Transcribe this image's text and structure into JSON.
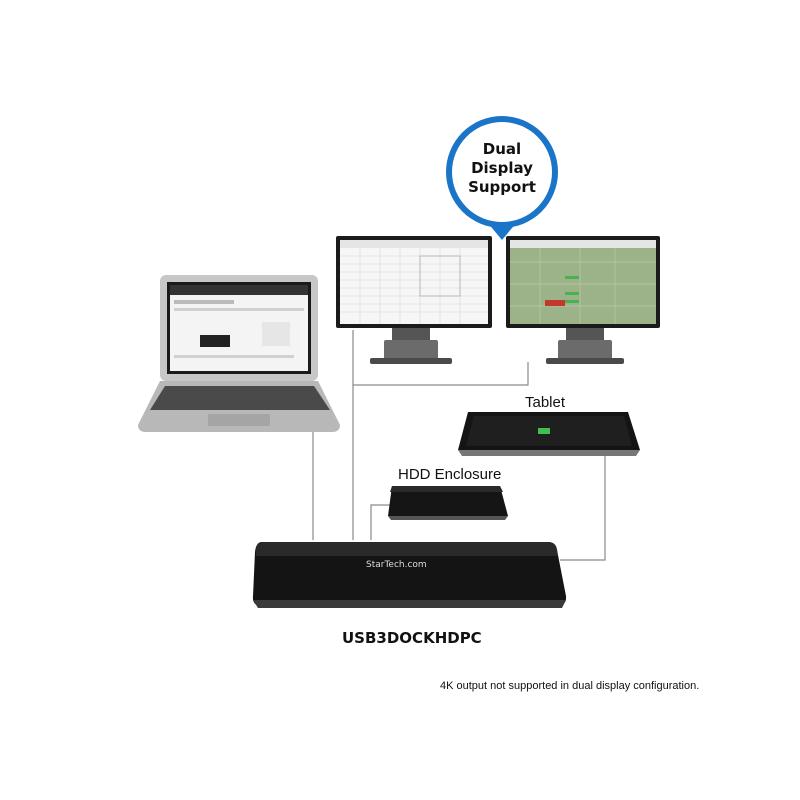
{
  "badge": {
    "line1": "Dual",
    "line2": "Display",
    "line3": "Support",
    "ring_color": "#1a75c9"
  },
  "devices": {
    "tablet": {
      "label": "Tablet"
    },
    "hdd": {
      "label": "HDD Enclosure"
    },
    "dock": {
      "brand": "StarTech.com",
      "model": "USB3DOCKHDPC"
    }
  },
  "footnote": "4K output not supported in dual display configuration.",
  "colors": {
    "line": "#8a8a8a",
    "device_black": "#141414",
    "laptop_silver": "#c7c7c7"
  }
}
